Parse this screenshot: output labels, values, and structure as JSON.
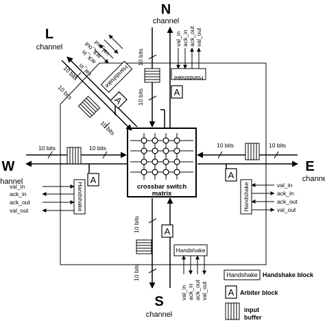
{
  "directions": {
    "north": {
      "letter": "N",
      "word": "channel"
    },
    "south": {
      "letter": "S",
      "word": "channel"
    },
    "east": {
      "letter": "E",
      "word": "channel"
    },
    "west": {
      "letter": "W",
      "word": "channel"
    },
    "local": {
      "letter": "L",
      "word": "channel"
    }
  },
  "bits_label": "10 bits",
  "signals": {
    "val_in": "val_in",
    "ack_in": "ack_in",
    "ack_out": "ack_out",
    "val_out": "val_out"
  },
  "handshake_label": "Handshake",
  "arbiter_label": "A",
  "crossbar": {
    "line1": "crossbar switch",
    "line2": "matrix"
  },
  "legend": {
    "handshake_box": "Handshake",
    "handshake_desc": "Handshake block",
    "arbiter_box": "A",
    "arbiter_desc": "Arbiter block",
    "buffer_desc1": "input",
    "buffer_desc2": "buffer"
  }
}
